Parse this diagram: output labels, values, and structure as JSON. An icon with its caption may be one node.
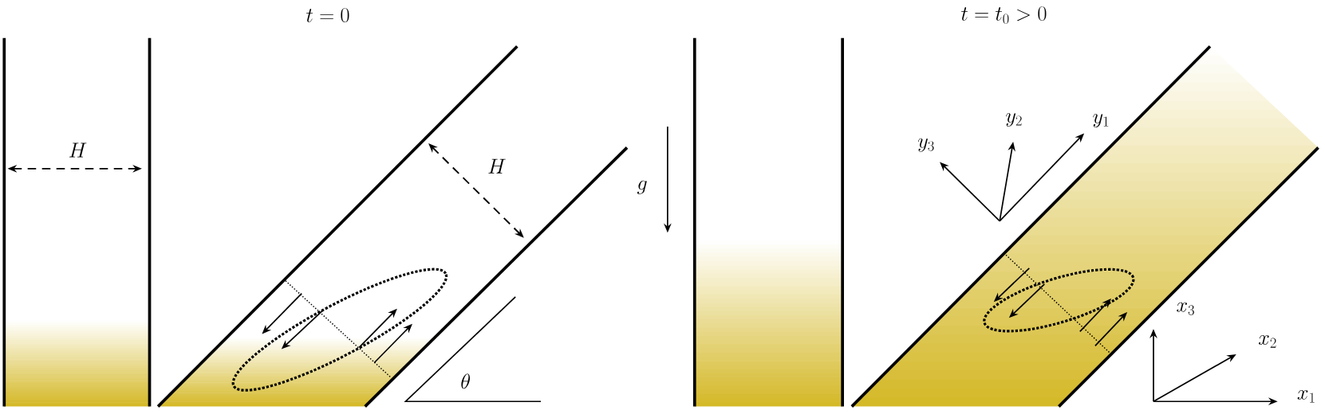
{
  "diagram": {
    "labels": [
      "t = 0",
      "t = t_0 > 0",
      "y_1",
      "y_2",
      "y_3",
      "H",
      "H",
      "g",
      "x_3",
      "x_2",
      "\\theta",
      "x_1"
    ]
  }
}
